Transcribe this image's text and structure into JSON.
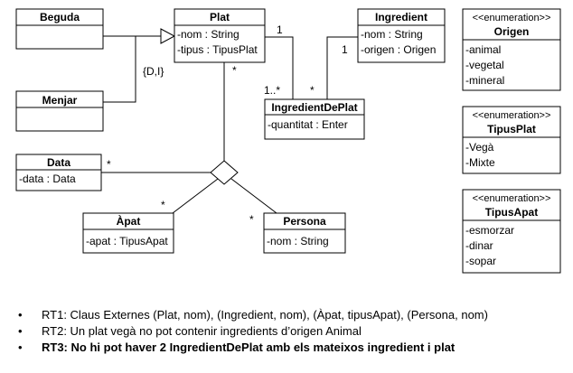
{
  "classes": {
    "beguda": {
      "name": "Beguda",
      "attrs": []
    },
    "menjar": {
      "name": "Menjar",
      "attrs": []
    },
    "plat": {
      "name": "Plat",
      "attrs": [
        "-nom : String",
        "-tipus : TipusPlat"
      ]
    },
    "ingredient": {
      "name": "Ingredient",
      "attrs": [
        "-nom : String",
        "-origen : Origen"
      ]
    },
    "ingredient_de_plat": {
      "name": "IngredientDePlat",
      "attrs": [
        "-quantitat : Enter"
      ]
    },
    "data": {
      "name": "Data",
      "attrs": [
        "-data : Data"
      ]
    },
    "apat": {
      "name": "Àpat",
      "attrs": [
        "-apat : TipusApat"
      ]
    },
    "persona": {
      "name": "Persona",
      "attrs": [
        "-nom : String"
      ]
    }
  },
  "enums": {
    "origen": {
      "stereotype": "<<enumeration>>",
      "name": "Origen",
      "values": [
        "-animal",
        "-vegetal",
        "-mineral"
      ]
    },
    "tipus_plat": {
      "stereotype": "<<enumeration>>",
      "name": "TipusPlat",
      "values": [
        "-Vegà",
        "-Mixte"
      ]
    },
    "tipus_apat": {
      "stereotype": "<<enumeration>>",
      "name": "TipusApat",
      "values": [
        "-esmorzar",
        "-dinar",
        "-sopar"
      ]
    }
  },
  "labels": {
    "generalization_constraint": "{D,I}",
    "mult_plat_ingredient": "1",
    "mult_ingredient_left": "1",
    "mult_plat_idp": "1..*",
    "mult_ingredient_idp": "*",
    "mult_plat_ternary": "*",
    "mult_data": "*",
    "mult_apat": "*",
    "mult_persona": "*"
  },
  "rules": [
    {
      "bullet": "•",
      "text": "RT1: Claus Externes (Plat, nom), (Ingredient, nom), (Àpat, tipusApat), (Persona, nom)",
      "bold": false
    },
    {
      "bullet": "•",
      "text": "RT2: Un plat vegà no pot contenir ingredients d’origen Animal",
      "bold": false
    },
    {
      "bullet": "•",
      "text": "RT3: No hi pot haver 2 IngredientDePlat amb els mateixos ingredient i plat",
      "bold": true
    }
  ]
}
